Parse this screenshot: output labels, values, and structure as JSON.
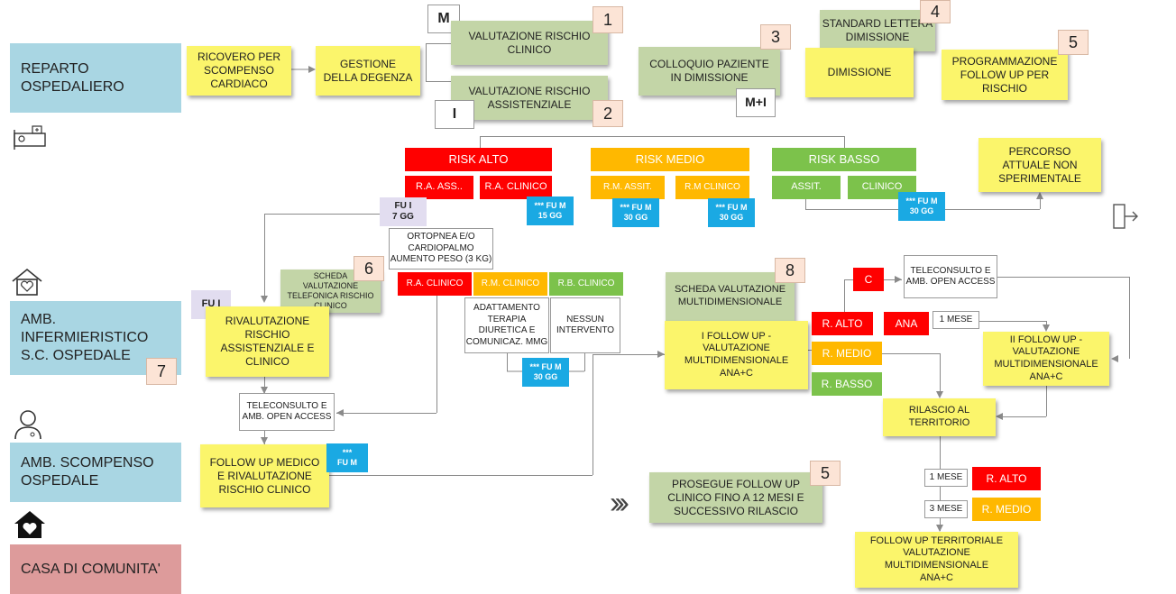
{
  "sections": {
    "reparto": "REPARTO\nOSPEDALIERO",
    "amb_inf": "AMB.\nINFERMIERISTICO\nS.C. OSPEDALE",
    "amb_scomp": "AMB. SCOMPENSO\nOSPEDALE",
    "casa": "CASA DI COMUNITA'"
  },
  "top": {
    "ricovero": "RICOVERO PER\nSCOMPENSO\nCARDIACO",
    "gestione": "GESTIONE\nDELLA DEGENZA",
    "val_clinico": "VALUTAZIONE RISCHIO\nCLINICO",
    "val_assist": "VALUTAZIONE RISCHIO\nASSISTENZIALE",
    "m": "M",
    "i": "I",
    "colloquio": "COLLOQUIO PAZIENTE\nIN DIMISSIONE",
    "mi": "M+I",
    "standard": "STANDARD LETTERA\nDIMISSIONE",
    "dimissione": "DIMISSIONE",
    "programmazione": "PROGRAMMAZIONE\nFOLLOW UP PER\nRISCHIO",
    "n1": "1",
    "n2": "2",
    "n3": "3",
    "n4": "4",
    "n5": "5"
  },
  "risk": {
    "alto": "RISK ALTO",
    "medio": "RISK MEDIO",
    "basso": "RISK BASSO",
    "ra_ass": "R.A. ASS..",
    "ra_clin": "R.A. CLINICO",
    "rm_assit": "R.M. ASSIT.",
    "rm_clin": "R.M CLINICO",
    "assit": "ASSIT.",
    "clinico": "CLINICO",
    "fu15": "*** FU M\n15 GG",
    "fu30a": "*** FU M\n30 GG",
    "fu30b": "*** FU M\n30 GG",
    "fu30c": "*** FU M\n30 GG",
    "percorso": "PERCORSO\nATTUALE NON\nSPERIMENTALE"
  },
  "mid": {
    "fui7": "FU I\n7 GG",
    "ortopnea": "ORTOPNEA E/O\nCARDIOPALMO\nAUMENTO PESO (3 KG)",
    "scheda_tel": "SCHEDA\nVALUTAZIONE\nTELEFONICA RISCHIO\nCLINICO",
    "n6": "6",
    "fui": "FU I",
    "ra_clin2": "R.A. CLINICO",
    "rm_clin2": "R.M. CLINICO",
    "rb_clin": "R.B. CLINICO",
    "adattamento": "ADATTAMENTO\nTERAPIA\nDIURETICA E\nCOMUNICAZ. MMG",
    "nessun": "NESSUN\nINTERVENTO",
    "fu30d": "*** FU M\n30 GG",
    "rivalutazione": "RIVALUTAZIONE\nRISCHIO\nASSISTENZIALE E\nCLINICO",
    "n7": "7",
    "teleconsulto": "TELECONSULTO E\nAMB. OPEN ACCESS",
    "followup_medico": "FOLLOW UP MEDICO\nE RIVALUTAZIONE\nRISCHIO CLINICO",
    "fum": "***\nFU M"
  },
  "right": {
    "scheda_multi": "SCHEDA VALUTAZIONE\nMULTIDIMENSIONALE",
    "n8": "8",
    "ifollow": "I FOLLOW UP -\nVALUTAZIONE\nMULTIDIMENSIONALE\nANA+C",
    "c": "C",
    "tele2": "TELECONSULTO E\nAMB. OPEN ACCESS",
    "r_alto": "R. ALTO",
    "ana": "ANA",
    "mese1": "1 MESE",
    "r_medio": "R. MEDIO",
    "r_basso": "R. BASSO",
    "iifollow": "II FOLLOW UP -\nVALUTAZIONE\nMULTIDIMENSIONALE\nANA+C",
    "rilascio": "RILASCIO AL\nTERRITORIO",
    "prosegue": "PROSEGUE FOLLOW UP\nCLINICO FINO A 12 MESI E\nSUCCESSIVO RILASCIO",
    "n5b": "5",
    "mese1b": "1 MESE",
    "r_alto2": "R. ALTO",
    "mese3": "3 MESE",
    "r_medio2": "R. MEDIO",
    "fu_terr": "FOLLOW UP TERRITORIALE\nVALUTAZIONE\nMULTIDIMENSIONALE\nANA+C",
    "chevrons": "›››"
  },
  "icons": [
    "bed-icon",
    "house-heart-icon",
    "doctor-icon",
    "home-heart-filled-icon",
    "exit-door-icon"
  ]
}
